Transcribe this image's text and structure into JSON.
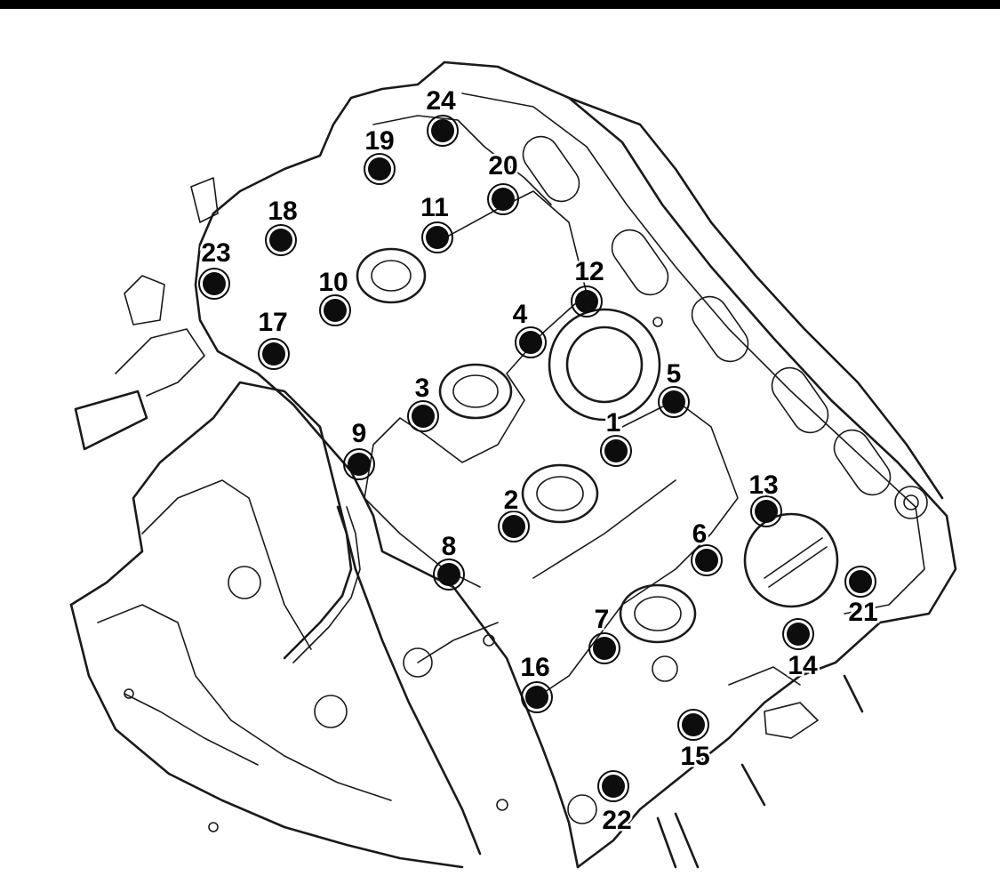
{
  "colors": {
    "ink": "#1a1a1a",
    "bolt": "#0d0d0d",
    "background": "#ffffff",
    "frame": "#000000"
  },
  "bolts": [
    {
      "id": "1",
      "label": "1"
    },
    {
      "id": "2",
      "label": "2"
    },
    {
      "id": "3",
      "label": "3"
    },
    {
      "id": "4",
      "label": "4"
    },
    {
      "id": "5",
      "label": "5"
    },
    {
      "id": "6",
      "label": "6"
    },
    {
      "id": "7",
      "label": "7"
    },
    {
      "id": "8",
      "label": "8"
    },
    {
      "id": "9",
      "label": "9"
    },
    {
      "id": "10",
      "label": "10"
    },
    {
      "id": "11",
      "label": "11"
    },
    {
      "id": "12",
      "label": "12"
    },
    {
      "id": "13",
      "label": "13"
    },
    {
      "id": "14",
      "label": "14"
    },
    {
      "id": "15",
      "label": "15"
    },
    {
      "id": "16",
      "label": "16"
    },
    {
      "id": "17",
      "label": "17"
    },
    {
      "id": "18",
      "label": "18"
    },
    {
      "id": "19",
      "label": "19"
    },
    {
      "id": "20",
      "label": "20"
    },
    {
      "id": "21",
      "label": "21"
    },
    {
      "id": "22",
      "label": "22"
    },
    {
      "id": "23",
      "label": "23"
    },
    {
      "id": "24",
      "label": "24"
    }
  ]
}
